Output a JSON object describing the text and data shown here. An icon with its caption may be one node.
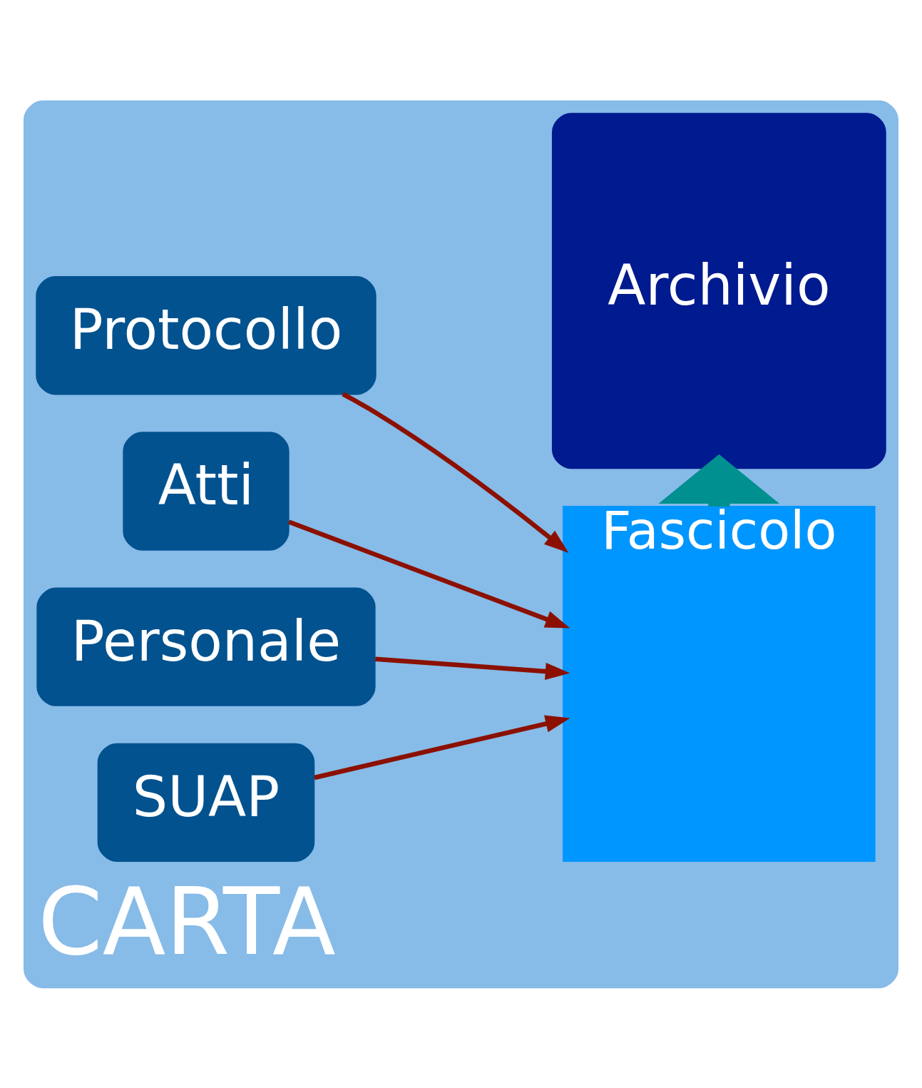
{
  "diagram": {
    "nodes": [
      {
        "text": [
          "CARTA"
        ]
      },
      {
        "text": [
          "Protocollo"
        ],
        "in": 0
      },
      {
        "text": [
          "Atti"
        ],
        "in": 0
      },
      {
        "text": [
          "Personale"
        ],
        "in": 0
      },
      {
        "text": [
          "SUAP"
        ],
        "in": 0
      },
      {
        "text": [
          "Fascicolo"
        ],
        "in": 0
      },
      {
        "text": [
          "Archivio"
        ],
        "in": 0
      }
    ],
    "edges": [
      {
        "from": 1,
        "to": 5,
        "arrow": "to"
      },
      {
        "from": 2,
        "to": 5,
        "arrow": "to"
      },
      {
        "from": 3,
        "to": 5,
        "arrow": "to"
      },
      {
        "from": 4,
        "to": 5,
        "arrow": "to"
      },
      {
        "from": 5,
        "to": 6,
        "arrow": "to",
        "style": "thick",
        "color": "#009090"
      }
    ]
  }
}
